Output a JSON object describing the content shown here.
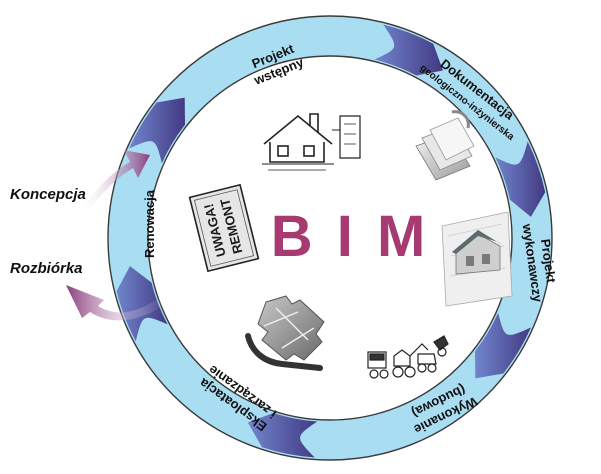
{
  "center_title": "B I M",
  "colors": {
    "ring_fill": "#a9ddf2",
    "ring_edge": "#3a3a3a",
    "arrow_dark": "#3a2b7a",
    "arrow_light": "#6c7ec9",
    "bim_text": "#a83a72",
    "side_arrow": "#8a3d7d"
  },
  "stages": [
    {
      "label_lines": [
        "Projekt",
        "wstępny"
      ]
    },
    {
      "label_lines": [
        "Dokumentacja",
        "geologiczno-inżynierska"
      ]
    },
    {
      "label_lines": [
        "Projekt",
        "wykonawczy"
      ]
    },
    {
      "label_lines": [
        "Wykonanie",
        "(budowa)"
      ]
    },
    {
      "label_lines": [
        "Eksploatacja",
        "i zarządzanie"
      ]
    },
    {
      "label_lines": [
        "Renowacja"
      ]
    }
  ],
  "side_labels": {
    "concept": "Koncepcja",
    "demolition": "Rozbiórka"
  },
  "sign": {
    "line1": "UWAGA!",
    "line2": "REMONT"
  },
  "icons": [
    "house-drawing-icon",
    "document-stack-icon",
    "house-model-icon",
    "construction-machines-icon",
    "puzzle-icon",
    "renovation-sign-icon"
  ]
}
